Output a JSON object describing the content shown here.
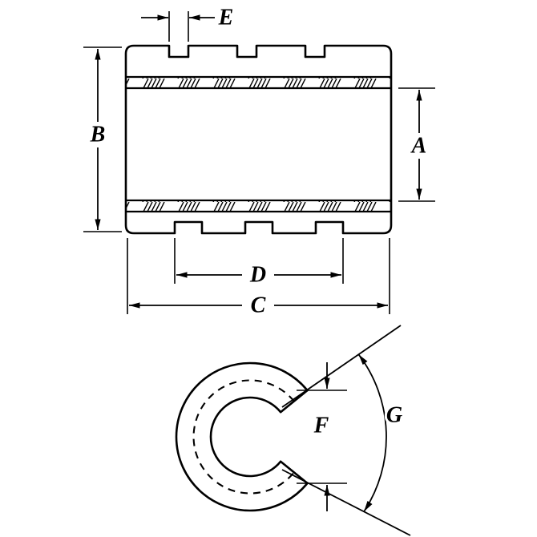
{
  "colors": {
    "ink": "#000000",
    "paper": "#ffffff"
  },
  "labels": {
    "a": "A",
    "b": "B",
    "c": "C",
    "d": "D",
    "e": "E",
    "f": "F",
    "g": "G"
  }
}
